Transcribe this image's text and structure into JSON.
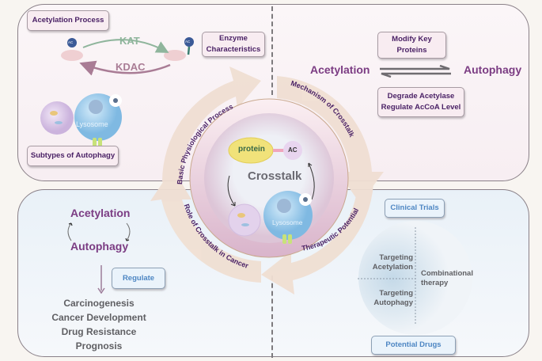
{
  "top_left": {
    "acetylation_process_label": "Acetylation Process",
    "enzyme_characteristics_label": "Enzyme Characteristics",
    "kat_label": "KAT",
    "kdac_label": "KDAC",
    "ac_badge": "AC",
    "lysosome_label": "Lysosome",
    "subtypes_label": "Subtypes of Autophagy"
  },
  "top_right": {
    "acetylation": "Acetylation",
    "autophagy": "Autophagy",
    "modify_label": "Modify Key Proteins",
    "degrade_line1": "Degrade Acetylase",
    "degrade_line2": "Regulate AcCoA Level"
  },
  "bottom_left": {
    "acetylation": "Acetylation",
    "autophagy": "Autophagy",
    "regulate_label": "Regulate",
    "outcomes": [
      "Carcinogenesis",
      "Cancer Development",
      "Drug Resistance",
      "Prognosis"
    ]
  },
  "bottom_right": {
    "clinical_trials_label": "Clinical Trials",
    "potential_drugs_label": "Potential Drugs",
    "targeting_acetylation_line1": "Targeting",
    "targeting_acetylation_line2": "Acetylation",
    "targeting_autophagy_line1": "Targeting",
    "targeting_autophagy_line2": "Autophagy",
    "combinational_line1": "Combinational",
    "combinational_line2": "therapy"
  },
  "center": {
    "title": "Crosstalk",
    "protein_label": "protein",
    "ac_label": "AC",
    "lysosome_label": "Lysosome"
  },
  "cycle_arrows": [
    {
      "label": "Basic Physiological Process"
    },
    {
      "label": "Mechanism of Crosstalk"
    },
    {
      "label": "Therapeutic Potential"
    },
    {
      "label": "Role of Crosstalk in Cancer"
    }
  ],
  "colors": {
    "title_purple": "#4b2266",
    "heading_purple": "#7b3c83",
    "kat_green": "#8fb59c",
    "kdac_mauve": "#a97c95",
    "blue_label": "#4d86c3",
    "arrow_fill": "#f0dfd3"
  }
}
